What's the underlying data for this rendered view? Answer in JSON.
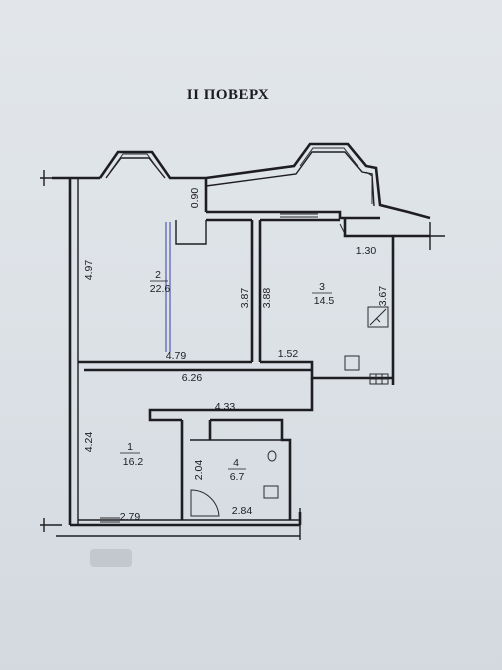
{
  "plan": {
    "title": "II ПОВЕРХ",
    "rooms": [
      {
        "number": "1",
        "area": "16.2"
      },
      {
        "number": "2",
        "area": "22.6"
      },
      {
        "number": "3",
        "area": "14.5"
      },
      {
        "number": "4",
        "area": "6.7"
      }
    ],
    "dimensions": {
      "d_4_97": "4.97",
      "d_0_90": "0.90",
      "d_1_30": "1.30",
      "d_3_87": "3.87",
      "d_3_88": "3.88",
      "d_3_67": "3.67",
      "d_4_79": "4.79",
      "d_1_52": "1.52",
      "d_6_26": "6.26",
      "d_4_33": "4.33",
      "d_4_24": "4.24",
      "d_2_04": "2.04",
      "d_2_79": "2.79",
      "d_2_84": "2.84"
    }
  }
}
